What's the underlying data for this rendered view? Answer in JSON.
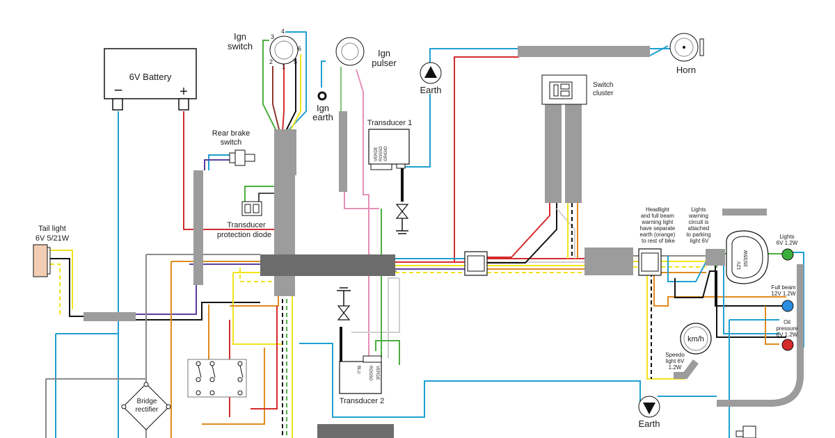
{
  "labels": {
    "battery": "6V Battery",
    "battery_minus": "−",
    "battery_plus": "+",
    "ign_switch_1": "Ign",
    "ign_switch_2": "switch",
    "ign_pulser_1": "Ign",
    "ign_pulser_2": "pulser",
    "ign_earth_1": "Ign",
    "ign_earth_2": "earth",
    "earth_top": "Earth",
    "earth_bottom": "Earth",
    "horn": "Horn",
    "switch_cluster_1": "Switch",
    "switch_cluster_2": "cluster",
    "transducer1": "Transducer 1",
    "transducer2": "Transducer 2",
    "rear_brake_1": "Rear brake",
    "rear_brake_2": "switch",
    "diode_1": "Transducer",
    "diode_2": "protection diode",
    "tail_light_1": "Tail light",
    "tail_light_2": "6V 5/21W",
    "bridge_1": "Bridge",
    "bridge_2": "rectifier",
    "note1": [
      "Headlight",
      "and full beam",
      "warning light",
      "have separate",
      "earth (orange)",
      "to rest of bike"
    ],
    "note2": [
      "Lights",
      "warning",
      "circuit is",
      "attached",
      "to parking",
      "light 6V"
    ],
    "headlamp_1": "12V",
    "headlamp_2": "35/35W",
    "lights_1": "Lights",
    "lights_2": "6V 1.2W",
    "fullbeam_1": "Full beam",
    "fullbeam_2": "12V 1.2W",
    "oil_1": "Oil",
    "oil_2": "pressure",
    "oil_3": "6V 1.2W",
    "speedo": "km/h",
    "speedo_light_1": "Speedo",
    "speedo_light_2": "light 6V",
    "speedo_light_3": "1.2W",
    "ign_pins": [
      "3",
      "4",
      "6",
      "2",
      "1",
      "5"
    ],
    "t1_wires": [
      "VERDE",
      "ROSSO",
      "GRIGIO"
    ],
    "t2_wires": [
      "BLU",
      "ROSSO",
      "VERDE"
    ]
  },
  "colors": {
    "background": "#ffffff",
    "loom": "#9c9c9c",
    "main_loom": "#6c6c6c",
    "red": "#d42a2a",
    "blue": "#1f9fd0",
    "green": "#4caf3e",
    "yellow": "#f2e41a",
    "orange": "#e08a1c",
    "black": "#111111",
    "grey": "#8a8a8a",
    "purple": "#5a3f9e",
    "pink": "#e58fb6",
    "white": "#cccccc",
    "lights_lamp": "#3cae3c",
    "fullbeam_lamp": "#2b8de0",
    "oil_lamp": "#d42a2a",
    "tail_light": "#f3cdb3"
  },
  "icons": [
    "earth-arrow-up-icon",
    "earth-arrow-down-icon",
    "horn-icon",
    "fuse-icon"
  ]
}
